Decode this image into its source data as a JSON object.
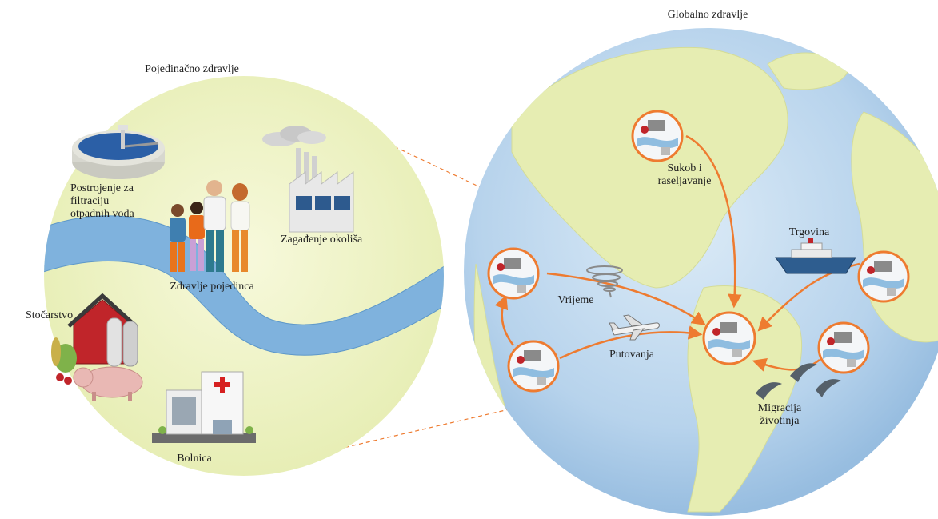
{
  "left_panel": {
    "title": "Pojedinačno zdravlje",
    "labels": {
      "wastewater": [
        "Postrojenje za",
        "filtraciju",
        "otpadnih voda"
      ],
      "pollution": "Zagađenje okoliša",
      "individual": "Zdravlje pojedinca",
      "livestock": "Stočarstvo",
      "hospital": "Bolnica"
    }
  },
  "right_panel": {
    "title": "Globalno zdravlje",
    "labels": {
      "conflict": [
        "Sukob i",
        "raseljavanje"
      ],
      "trade": "Trgovina",
      "weather": "Vrijeme",
      "travel": "Putovanja",
      "migration": [
        "Migracija",
        "životinja"
      ]
    }
  },
  "colors": {
    "left_bg": "#eef3c9",
    "river": "#7fb2dd",
    "ocean": "#b9d6ee",
    "land": "#e6edb2",
    "accent": "#ee7b30",
    "dashed": "#ee7b30"
  },
  "icons": [
    "wastewater-plant-icon",
    "factory-icon",
    "people-icon",
    "barn-icon",
    "pig-icon",
    "hospital-icon",
    "tornado-icon",
    "airplane-icon",
    "ship-icon",
    "birds-icon",
    "community-node-icon"
  ]
}
